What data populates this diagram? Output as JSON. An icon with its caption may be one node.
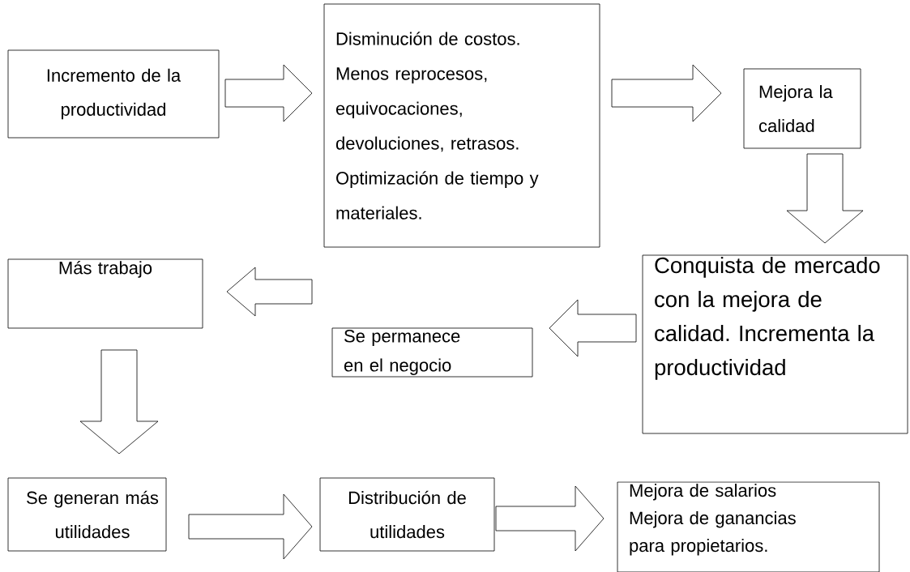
{
  "diagram": {
    "nodes": [
      {
        "text": [
          "Incremento de la productividad"
        ]
      },
      {
        "text": [
          "Disminución de costos. Menos reprocesos, equivocaciones, devoluciones, retrasos. Optimización de tiempo y materiales."
        ]
      },
      {
        "text": [
          "Mejora la calidad"
        ]
      },
      {
        "text": [
          "Conquista de mercado con la mejora de calidad. Incrementa la productividad"
        ]
      },
      {
        "text": [
          "Se permanece en el negocio"
        ]
      },
      {
        "text": [
          "Más trabajo"
        ]
      },
      {
        "text": [
          "Se generan más utilidades"
        ]
      },
      {
        "text": [
          "Distribución de utilidades"
        ]
      },
      {
        "text": [
          "Mejora de salarios Mejora de ganancias para propietarios."
        ]
      }
    ],
    "edges": [
      {
        "from": 0,
        "to": 1,
        "arrow": "to"
      },
      {
        "from": 1,
        "to": 2,
        "arrow": "to"
      },
      {
        "from": 2,
        "to": 3,
        "arrow": "to"
      },
      {
        "from": 3,
        "to": 4,
        "arrow": "to"
      },
      {
        "from": 4,
        "to": 5,
        "arrow": "to"
      },
      {
        "from": 5,
        "to": 6,
        "arrow": "to"
      },
      {
        "from": 6,
        "to": 7,
        "arrow": "to"
      },
      {
        "from": 7,
        "to": 8,
        "arrow": "to"
      }
    ]
  }
}
